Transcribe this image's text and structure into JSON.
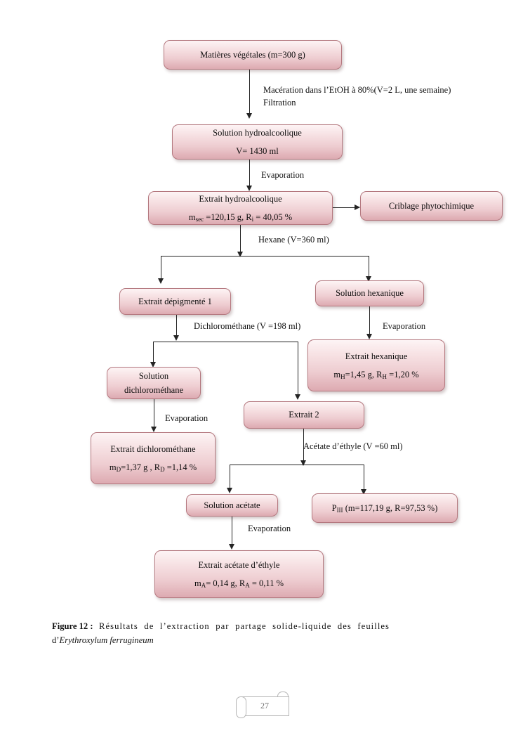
{
  "figure": {
    "nodes": {
      "matieres_vegetales": {
        "line1": "Matières végétales (m=300 g)"
      },
      "solution_hydroalcoolique": {
        "line1": "Solution hydroalcoolique",
        "line2": "V= 1430 ml"
      },
      "extrait_hydroalcoolique": {
        "line1": "Extrait hydroalcoolique",
        "line2_pre": "m",
        "line2_sub1": "sec",
        "line2_mid": " =120,15 g, R",
        "line2_sub2": "i",
        "line2_post": " = 40,05 %"
      },
      "criblage_phytochimique": {
        "line1": "Criblage phytochimique"
      },
      "extrait_depigmente_1": {
        "line1": "Extrait dépigmenté 1"
      },
      "solution_hexanique": {
        "line1": "Solution  hexanique"
      },
      "extrait_hexanique": {
        "line1": "Extrait hexanique",
        "line2_pre": "m",
        "line2_sub1": "H",
        "line2_mid": "=1,45 g, R",
        "line2_sub2": "H",
        "line2_post": " =1,20 %"
      },
      "solution_dichloromethane": {
        "line1": "Solution",
        "line2": "dichlorométhane"
      },
      "extrait_dichloromethane": {
        "line1": "Extrait dichlorométhane",
        "line2_pre": "m",
        "line2_sub1": "D",
        "line2_mid": "=1,37 g , R",
        "line2_sub2": "D",
        "line2_post": " =1,14 %"
      },
      "extrait_2": {
        "line1": "Extrait 2"
      },
      "solution_acetate": {
        "line1": "Solution acétate"
      },
      "precipite_p3": {
        "line1_pre": "P",
        "line1_sub": "III",
        "line1_post": " (m=117,19 g, R=97,53 %)"
      },
      "extrait_acetate_ethyle": {
        "line1": "Extrait acétate d’éthyle",
        "line2_pre": "m",
        "line2_sub1": "A",
        "line2_mid": "= 0,14 g, R",
        "line2_sub2": "A",
        "line2_post": " = 0,11 %"
      }
    },
    "edge_labels": {
      "maceration_line1": "Macération dans l’EtOH à 80%(V=2 L, une semaine)",
      "maceration_line2": "Filtration",
      "evaporation_1": "Evaporation",
      "hexane": "Hexane (V=360 ml)",
      "evaporation_hexane": "Evaporation",
      "dichloromethane": "Dichlorométhane (V =198 ml)",
      "evaporation_dcm": "Evaporation",
      "acetate_ethyle": "Acétate d’éthyle (V =60 ml)",
      "evaporation_acetate": "Evaporation"
    },
    "caption": {
      "label": "Figure  12 :",
      "text": " Résultats de l’extraction par partage solide-liquide des feuilles",
      "line2_prefix": "d’",
      "species": "Erythroxylum ferrugineum"
    },
    "colors": {
      "node_border": "#b4787f",
      "node_fill_top": "#fdf4f5",
      "node_fill_bottom": "#ddaab1",
      "connector": "#242424",
      "page_background": "#ffffff"
    }
  },
  "footer": {
    "page_number": "27"
  }
}
